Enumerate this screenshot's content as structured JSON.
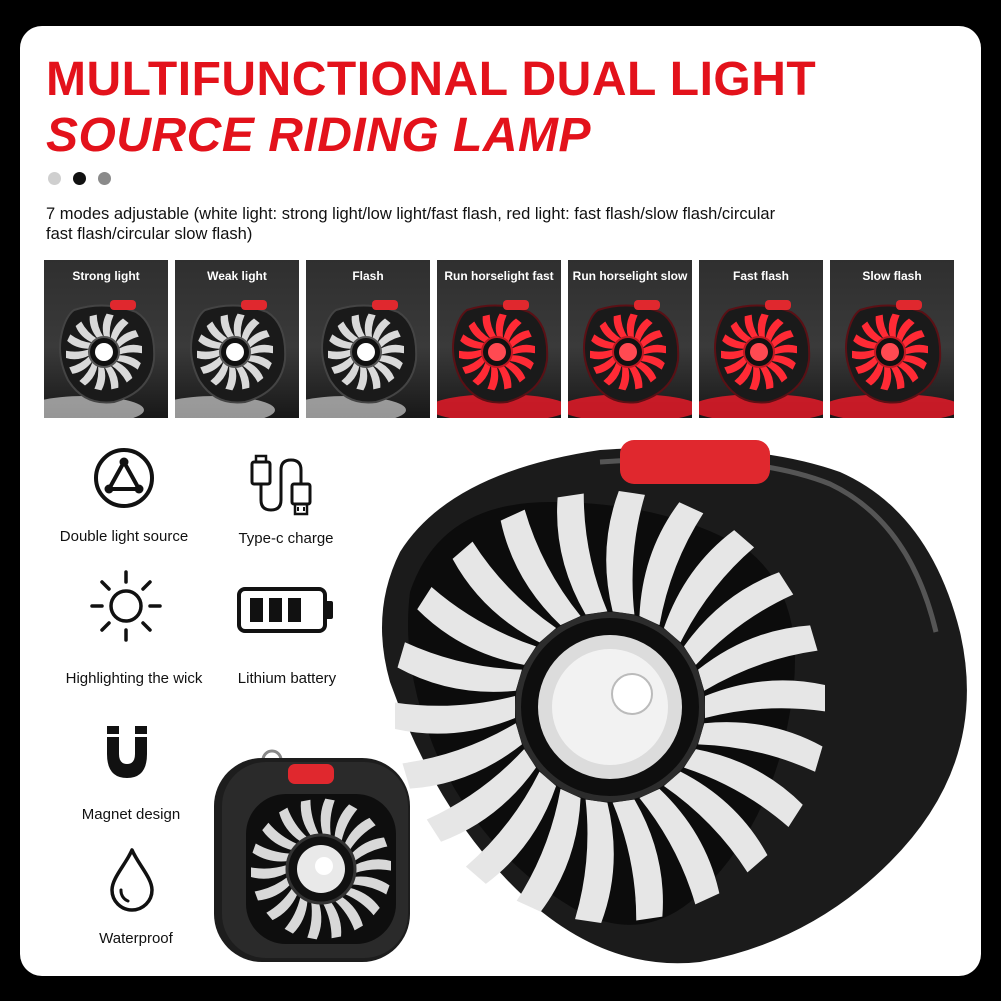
{
  "title": {
    "line1": "MULTIFUNCTIONAL DUAL LIGHT",
    "line2": "SOURCE RIDING LAMP"
  },
  "color_dots": [
    "#cfcfcf",
    "#111111",
    "#8a8a8a"
  ],
  "description": "7 modes adjustable (white light: strong light/low light/fast flash, red light: fast flash/slow flash/circular fast flash/circular slow flash)",
  "modes": [
    {
      "label": "Strong light",
      "light": "white"
    },
    {
      "label": "Weak light",
      "light": "white"
    },
    {
      "label": "Flash",
      "light": "white"
    },
    {
      "label": "Run horselight fast",
      "light": "red"
    },
    {
      "label": "Run horselight slow",
      "light": "red"
    },
    {
      "label": "Fast flash",
      "light": "red"
    },
    {
      "label": "Slow flash",
      "light": "red"
    }
  ],
  "features": [
    {
      "label": "Double light source",
      "icon": "triangle-nodes-icon"
    },
    {
      "label": "Type-c charge",
      "icon": "usb-cable-icon"
    },
    {
      "label": "Highlighting the wick",
      "icon": "sun-icon"
    },
    {
      "label": "Lithium battery",
      "icon": "battery-icon"
    },
    {
      "label": "Magnet design",
      "icon": "magnet-icon"
    },
    {
      "label": "Waterproof",
      "icon": "water-drop-icon"
    }
  ],
  "colors": {
    "accent_red": "#e3121b",
    "lamp_body": "#1a1a1a",
    "button_red": "#e0282e"
  }
}
